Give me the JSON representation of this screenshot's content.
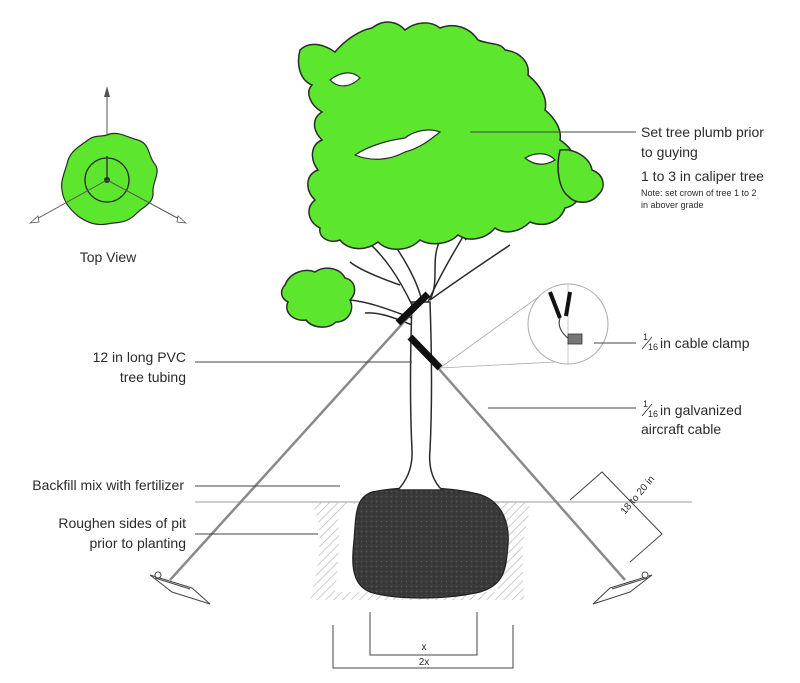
{
  "top_view": {
    "label": "Top View"
  },
  "labels": {
    "plumb_1": "Set tree plumb prior",
    "plumb_2": "to guying",
    "caliper": "1 to 3 in caliper tree",
    "note_1": "Note: set crown of tree 1 to 2",
    "note_2": "in abover grade",
    "clamp_num": "1",
    "clamp_den": "16",
    "clamp_text": " in cable clamp",
    "cable_num": "1",
    "cable_den": "16",
    "cable_text_1": " in galvanized",
    "cable_text_2": "aircraft cable",
    "pvc_1": "12 in long PVC",
    "pvc_2": "tree tubing",
    "backfill": "Backfill mix with fertilizer",
    "roughen_1": "Roughen sides of pit",
    "roughen_2": "prior to planting",
    "depth": "18 to 20 in",
    "dim_x": "x",
    "dim_2x": "2x"
  },
  "colors": {
    "foliage": "#5ce62e",
    "outline": "#2b2b2b",
    "rootball": "#3a3a3a",
    "soil_hatch": "#bdbdbd",
    "cable": "#8a8a8a"
  }
}
